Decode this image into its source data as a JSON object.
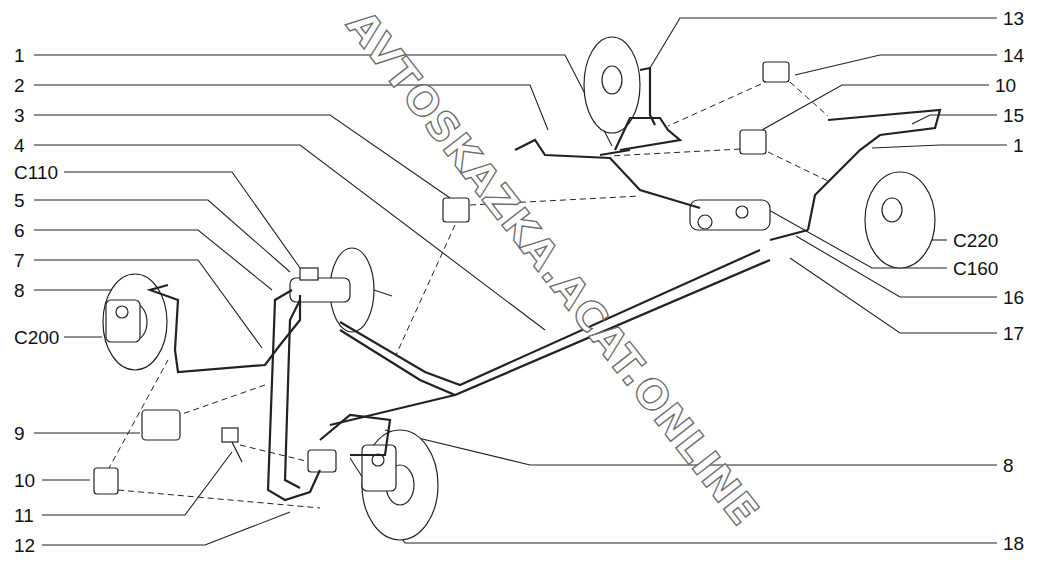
{
  "diagram": {
    "labels": [
      "1",
      "2",
      "3",
      "4",
      "C110",
      "5",
      "6",
      "7",
      "8",
      "C200",
      "9",
      "10",
      "11",
      "12",
      "13",
      "14",
      "10",
      "15",
      "1",
      "C220",
      "C160",
      "16",
      "17",
      "8",
      "18",
      "AVTOSKAZKA.ACAT.ONLINE"
    ]
  }
}
